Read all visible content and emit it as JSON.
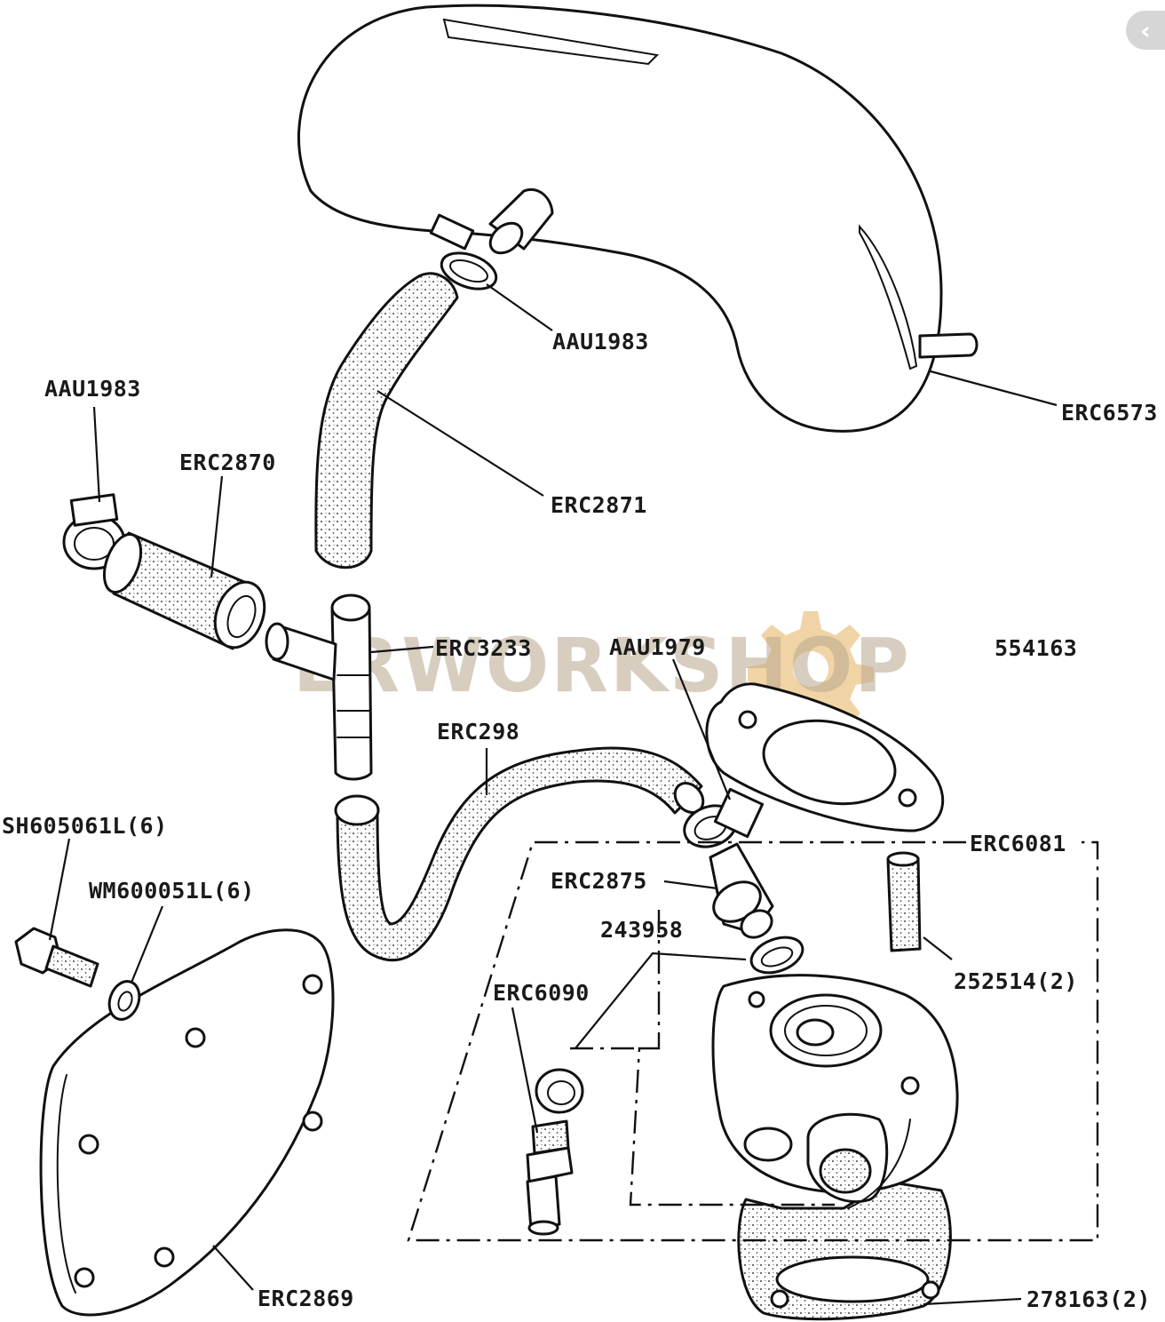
{
  "diagram": {
    "reference_number": "554163",
    "watermark": "LRWORKSHOP",
    "labels": {
      "AAU1983_top": "AAU1983",
      "ERC6573": "ERC6573",
      "AAU1983_left": "AAU1983",
      "ERC2870": "ERC2870",
      "ERC2871": "ERC2871",
      "ERC3233": "ERC3233",
      "AAU1979": "AAU1979",
      "ERC298": "ERC298",
      "SH605061L": "SH605061L(6)",
      "WM600051L": "WM600051L(6)",
      "ERC6081": "ERC6081",
      "ERC2875": "ERC2875",
      "part_243958": "243958",
      "part_252514": "252514(2)",
      "ERC6090": "ERC6090",
      "ERC2869": "ERC2869",
      "part_278163": "278163(2)"
    }
  },
  "navigation": {
    "back_icon": "chevron-left-icon",
    "back_glyph": "‹"
  }
}
